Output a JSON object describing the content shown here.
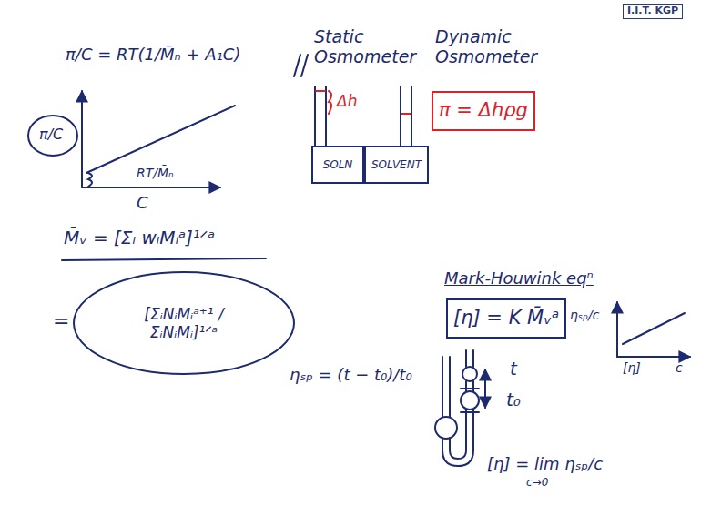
{
  "diagram": {
    "nodes": [
      {
        "text": [
          "SOLN"
        ]
      },
      {
        "text": [
          "SOLVENT"
        ]
      },
      {
        "text": [
          "π = Δhρg"
        ]
      },
      {
        "text": [
          "[ΣᵢNᵢMᵢᵃ⁺¹ / ΣᵢNᵢMᵢ]¹ᐟᵃ"
        ]
      },
      {
        "text": [
          "[η] = K M̄ᵥᵃ"
        ]
      }
    ],
    "labels": [
      "I.I.T. KGP",
      "π/C = RT(1/M̄ₙ + A₁C)",
      "π/C",
      "RT/M̄ₙ",
      "C",
      "Static Osmometer",
      "Dynamic Osmometer",
      "Δh",
      "M̄ᵥ = [Σᵢ wᵢMᵢᵃ]¹ᐟᵃ",
      "=",
      "ηₛₚ = (t − t₀)/t₀",
      "Mark-Houwink eqⁿ",
      "ηₛₚ/c",
      "[η]",
      "c",
      "t",
      "t₀",
      "[η] = lim ηₛₚ/c",
      "c→0"
    ]
  }
}
